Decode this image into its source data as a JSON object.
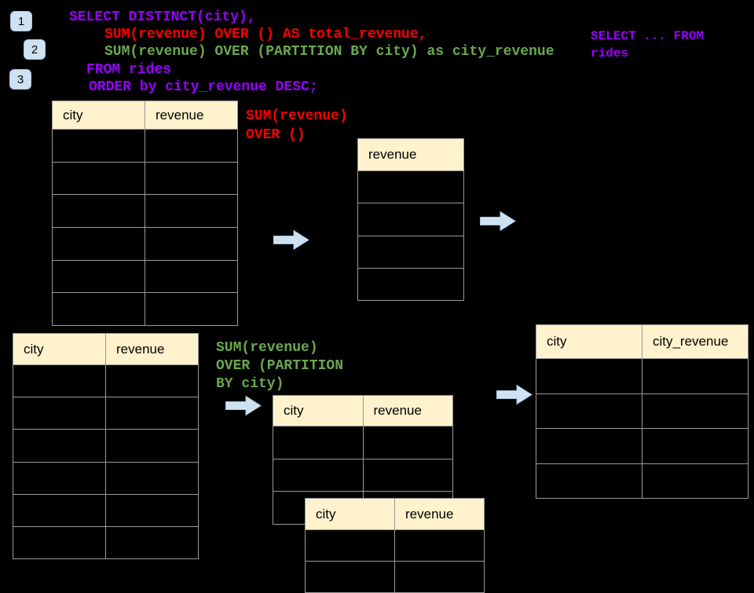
{
  "colors": {
    "canvas_bg": "#000000",
    "purple": "#9900ff",
    "red": "#ff0000",
    "green": "#6aa84f",
    "header_bg": "#fff2cc",
    "grid": "#9a9a9a",
    "badge_bg": "#cfe2f3",
    "arrow_fill": "#cfe2f3"
  },
  "steps": [
    {
      "label": "1"
    },
    {
      "label": "2"
    },
    {
      "label": "3"
    }
  ],
  "sql": {
    "lines": [
      {
        "text": "SELECT DISTINCT(city),",
        "color": "purple"
      },
      {
        "text": "SUM(revenue) OVER () AS total_revenue,",
        "color": "red"
      },
      {
        "text": "SUM(revenue) OVER (PARTITION BY city) as city_revenue",
        "color": "green"
      },
      {
        "text": "FROM rides",
        "color": "purple"
      },
      {
        "text": "ORDER by city_revenue DESC;",
        "color": "purple"
      }
    ]
  },
  "side_note": {
    "text": "SELECT ... FROM\nrides"
  },
  "labels": {
    "total": "SUM(revenue)\nOVER ()",
    "partition": "SUM(revenue)\nOVER (PARTITION\nBY city)"
  },
  "tables": {
    "source_top": {
      "headers": [
        "city",
        "revenue"
      ],
      "body_rows": 6,
      "cells_empty": true
    },
    "total_revenue": {
      "headers": [
        "revenue"
      ],
      "body_rows": 4,
      "cells_empty": true
    },
    "source_bottom": {
      "headers": [
        "city",
        "revenue"
      ],
      "body_rows": 6,
      "cells_empty": true
    },
    "partition_back": {
      "headers": [
        "city",
        "revenue"
      ],
      "body_rows": 3,
      "cells_empty": true
    },
    "partition_front": {
      "headers": [
        "city",
        "revenue"
      ],
      "body_rows": 2,
      "cells_empty": true
    },
    "result": {
      "headers": [
        "city",
        "city_revenue"
      ],
      "body_rows": 4,
      "cells_empty": true
    }
  },
  "icons": {
    "arrow_right": "right-arrow"
  }
}
